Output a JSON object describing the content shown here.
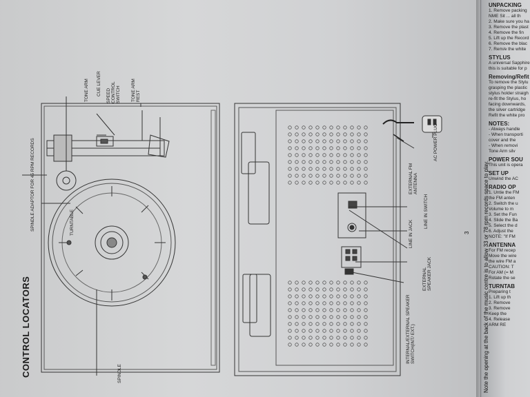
{
  "page": {
    "title": "CONTROL LOCATORS",
    "page_number": "3",
    "note": "Note the opening at the back of the music centre is to allow 33 or 78 rpm records space to play."
  },
  "top_diagram_labels": {
    "turntable": "TURNTABLE",
    "spindle": "SPINDLE",
    "spindle_adaptor": "SPINDLE ADAPTOR FOR 45 RPM RECORDS",
    "tone_arm": "TONE ARM",
    "cue_lever": "CUE LEVER",
    "speed_switch": "SPEED CONTROL SWITCH",
    "tone_arm_rest": "TONE ARM REST"
  },
  "back_panel_labels": {
    "int_ext_switch": "INTERNAL/EXTERNAL SPEAKER SWITCH(INT/ EXT.)",
    "ext_speaker_jack": "EXTERNAL SPEAKER JACK",
    "line_in_jack": "LINE IN JACK",
    "line_in_switch": "LINE IN SWITCH",
    "fm_antenna": "EXTERNAL FM ANTENNA",
    "ac_plug": "AC POWER PLUG"
  },
  "right_page": {
    "unpacking": "UNPACKING",
    "unpacking_lines": [
      "1. Remove packing",
      "NME Sit ... all th",
      "2. Make sure you ha",
      "3. Remove the plast",
      "4. Remove the fin",
      "5. Lift up the Record",
      "6. Remove the blac",
      "7. Rem/e the white"
    ],
    "stylus": "STYLUS",
    "stylus_lines": [
      "A universal Sapphire",
      "this is suitable for p"
    ],
    "removing": "Removing/Refit",
    "removing_lines": [
      "To remove the Stylu",
      "grasping the plastic",
      "stylus holder straigh",
      "re-fit the Stylus, ho",
      "facing downwards,",
      "the silver cartridge",
      "Refit the white pro"
    ],
    "notes": "NOTES:",
    "notes_lines": [
      "- Always handle",
      "- When transporti",
      "  cover and the",
      "- When removi",
      "  Tone Arm silv"
    ],
    "power": "POWER SOU",
    "power_lines": [
      "This unit is opera"
    ],
    "setup": "SET UP",
    "setup_lines": [
      "Unwind the AC"
    ],
    "radio": "RADIO OP",
    "radio_lines": [
      "1. Untie the FM",
      "   the FM anten",
      "2. Switch the u",
      "   Volume to m",
      "3. Set the Fun",
      "4. Slide the Ba",
      "5. Select the d",
      "6. Adjust the",
      "NOTE: \"If FM"
    ],
    "antenna": "ANTENNA",
    "antenna_lines": [
      "For FM recep",
      "Move the wire",
      "the wire FM a",
      "CAUTION: T",
      "For AM (= M",
      "Rotate the se"
    ],
    "turntable": "TURNTAB",
    "turntable_lines": [
      "Preparing t",
      "1. Lift up th",
      "2. Remove",
      "3. Remove",
      "   Keep the",
      "4. Release",
      "   ARM RE"
    ]
  }
}
